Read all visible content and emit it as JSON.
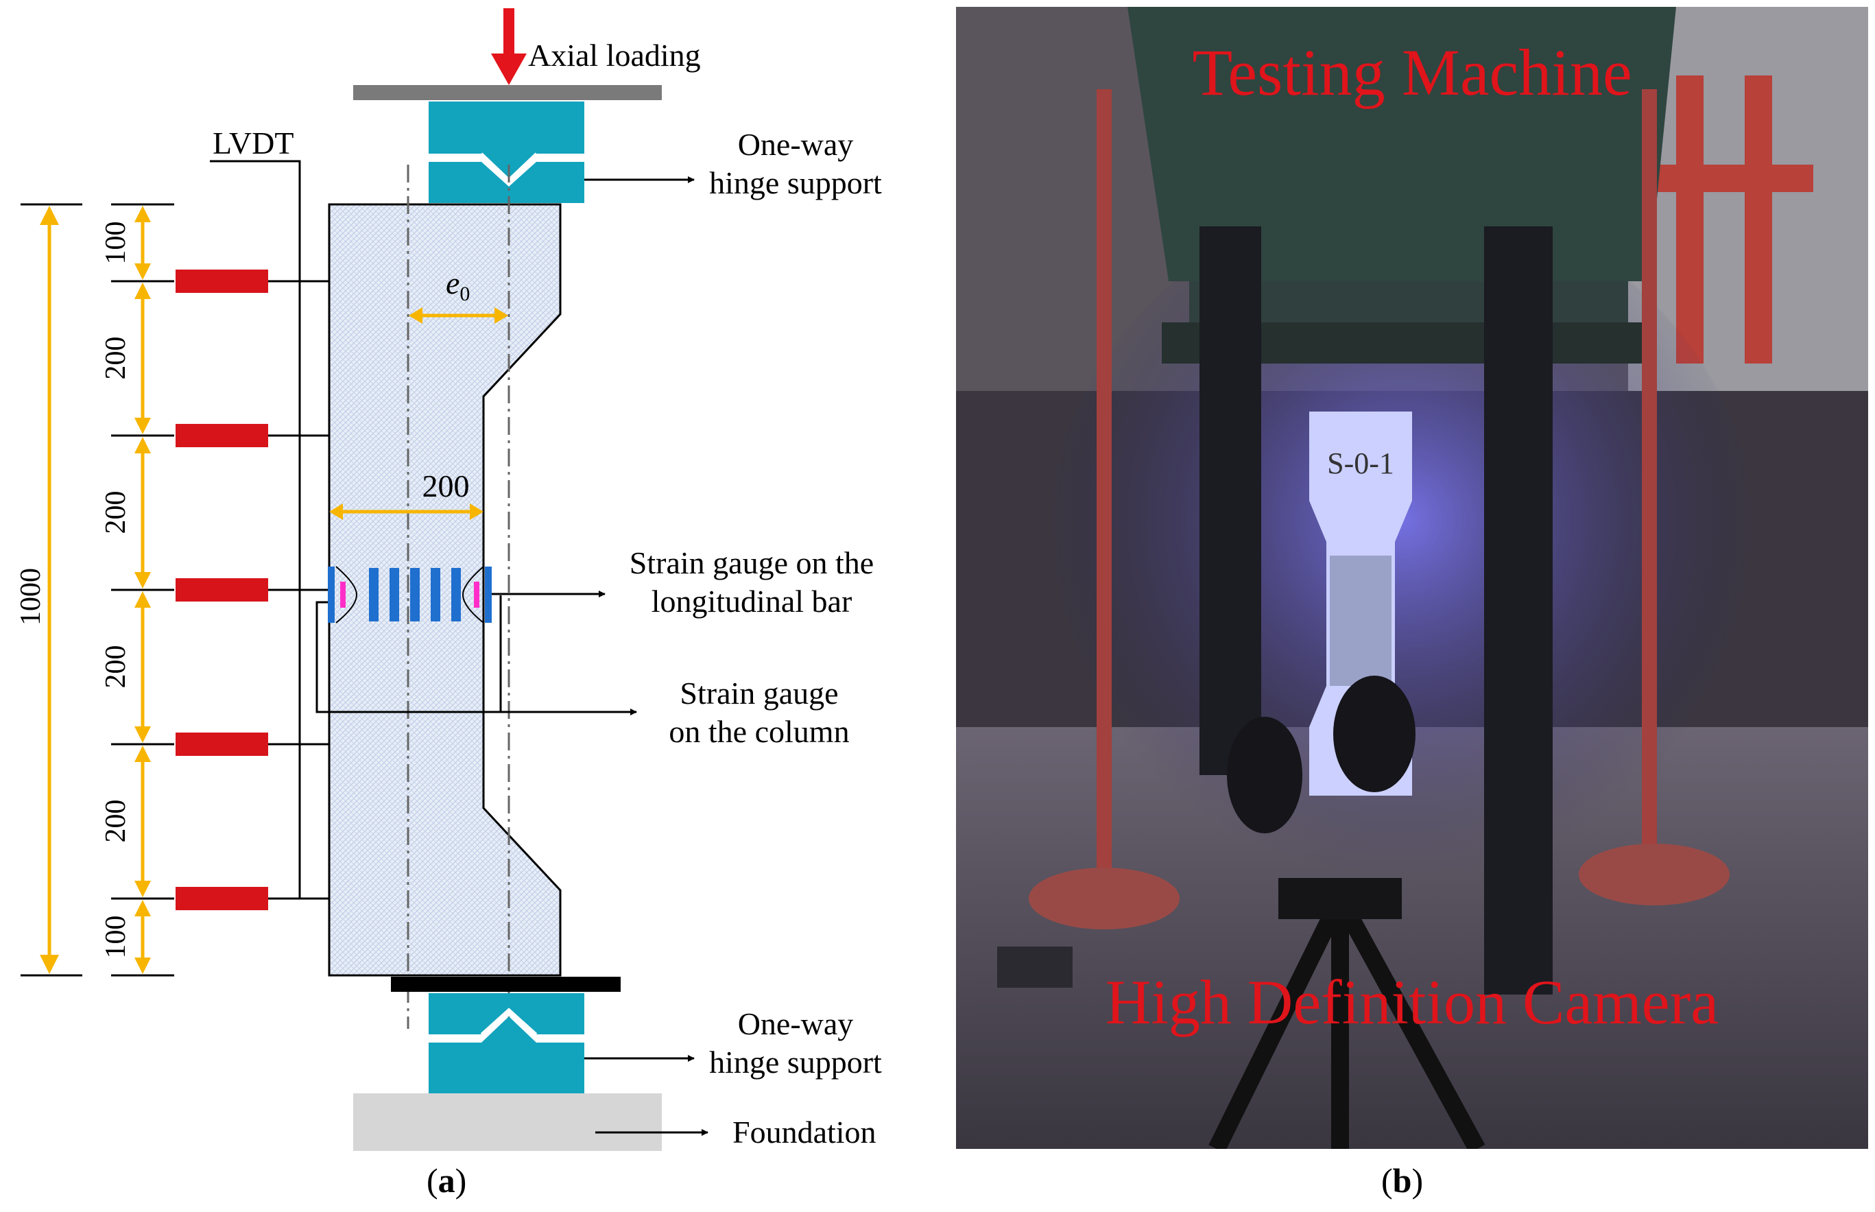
{
  "panel_a": {
    "labels": {
      "axial_loading": "Axial loading",
      "lvdt": "LVDT",
      "top_hinge_line1": "One-way",
      "top_hinge_line2": "hinge support",
      "eccentricity_symbol": "e",
      "eccentricity_subscript": "0",
      "width_dimension": "200",
      "strain_bar_line1": "Strain gauge on the",
      "strain_bar_line2": "longitudinal bar",
      "strain_col_line1": "Strain gauge",
      "strain_col_line2": "on the column",
      "bottom_hinge_line1": "One-way",
      "bottom_hinge_line2": "hinge support",
      "foundation": "Foundation"
    },
    "dimensions": {
      "total": "1000",
      "segments": [
        "100",
        "200",
        "200",
        "200",
        "200",
        "100"
      ]
    },
    "caption_open": "(",
    "caption_letter": "a",
    "caption_close": ")"
  },
  "panel_b": {
    "top_label": "Testing Machine",
    "bottom_label": "High Definition Camera",
    "specimen_label": "S-0-1",
    "caption_open": "(",
    "caption_letter": "b",
    "caption_close": ")"
  },
  "colors": {
    "dimension_arrow": "#f7b500",
    "lvdt": "#d7141a",
    "hinge": "#12a3bd",
    "load_arrow": "#e3141b",
    "stirrup": "#1f6fcf",
    "gauge_mark": "#ff2ec8",
    "photo_text": "#e0141b"
  }
}
